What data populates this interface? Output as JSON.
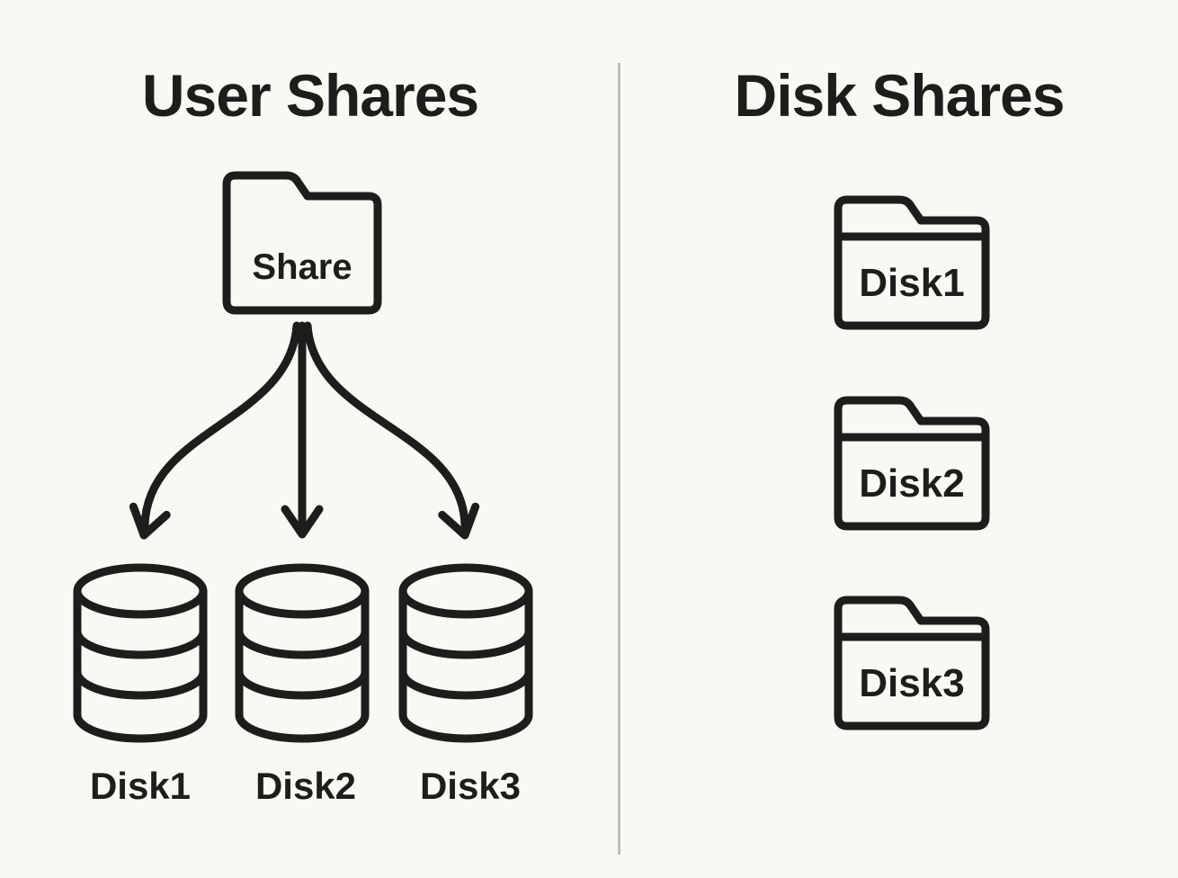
{
  "diagram": {
    "left": {
      "title": "User Shares",
      "share_folder_label": "Share",
      "disk_labels": [
        "Disk1",
        "Disk2",
        "Disk3"
      ]
    },
    "right": {
      "title": "Disk Shares",
      "folder_labels": [
        "Disk1",
        "Disk2",
        "Disk3"
      ]
    },
    "relationship": "one user share fans out to three disks; disk shares map one folder per disk"
  },
  "colors": {
    "background": "#faf8f4",
    "line": "#1d1d1b",
    "divider": "#c1bfba"
  }
}
